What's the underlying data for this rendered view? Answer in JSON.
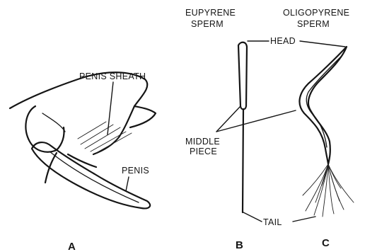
{
  "panels": {
    "a": {
      "letter": "A",
      "penis_sheath_label": "PENIS SHEATH",
      "penis_label": "PENIS"
    },
    "b": {
      "letter": "B",
      "title_line1": "EUPYRENE",
      "title_line2": "SPERM"
    },
    "c": {
      "letter": "C",
      "title_line1": "OLIGOPYRENE",
      "title_line2": "SPERM"
    },
    "shared_labels": {
      "head": "HEAD",
      "middle_piece_line1": "MIDDLE",
      "middle_piece_line2": "PIECE",
      "tail": "TAIL"
    }
  }
}
